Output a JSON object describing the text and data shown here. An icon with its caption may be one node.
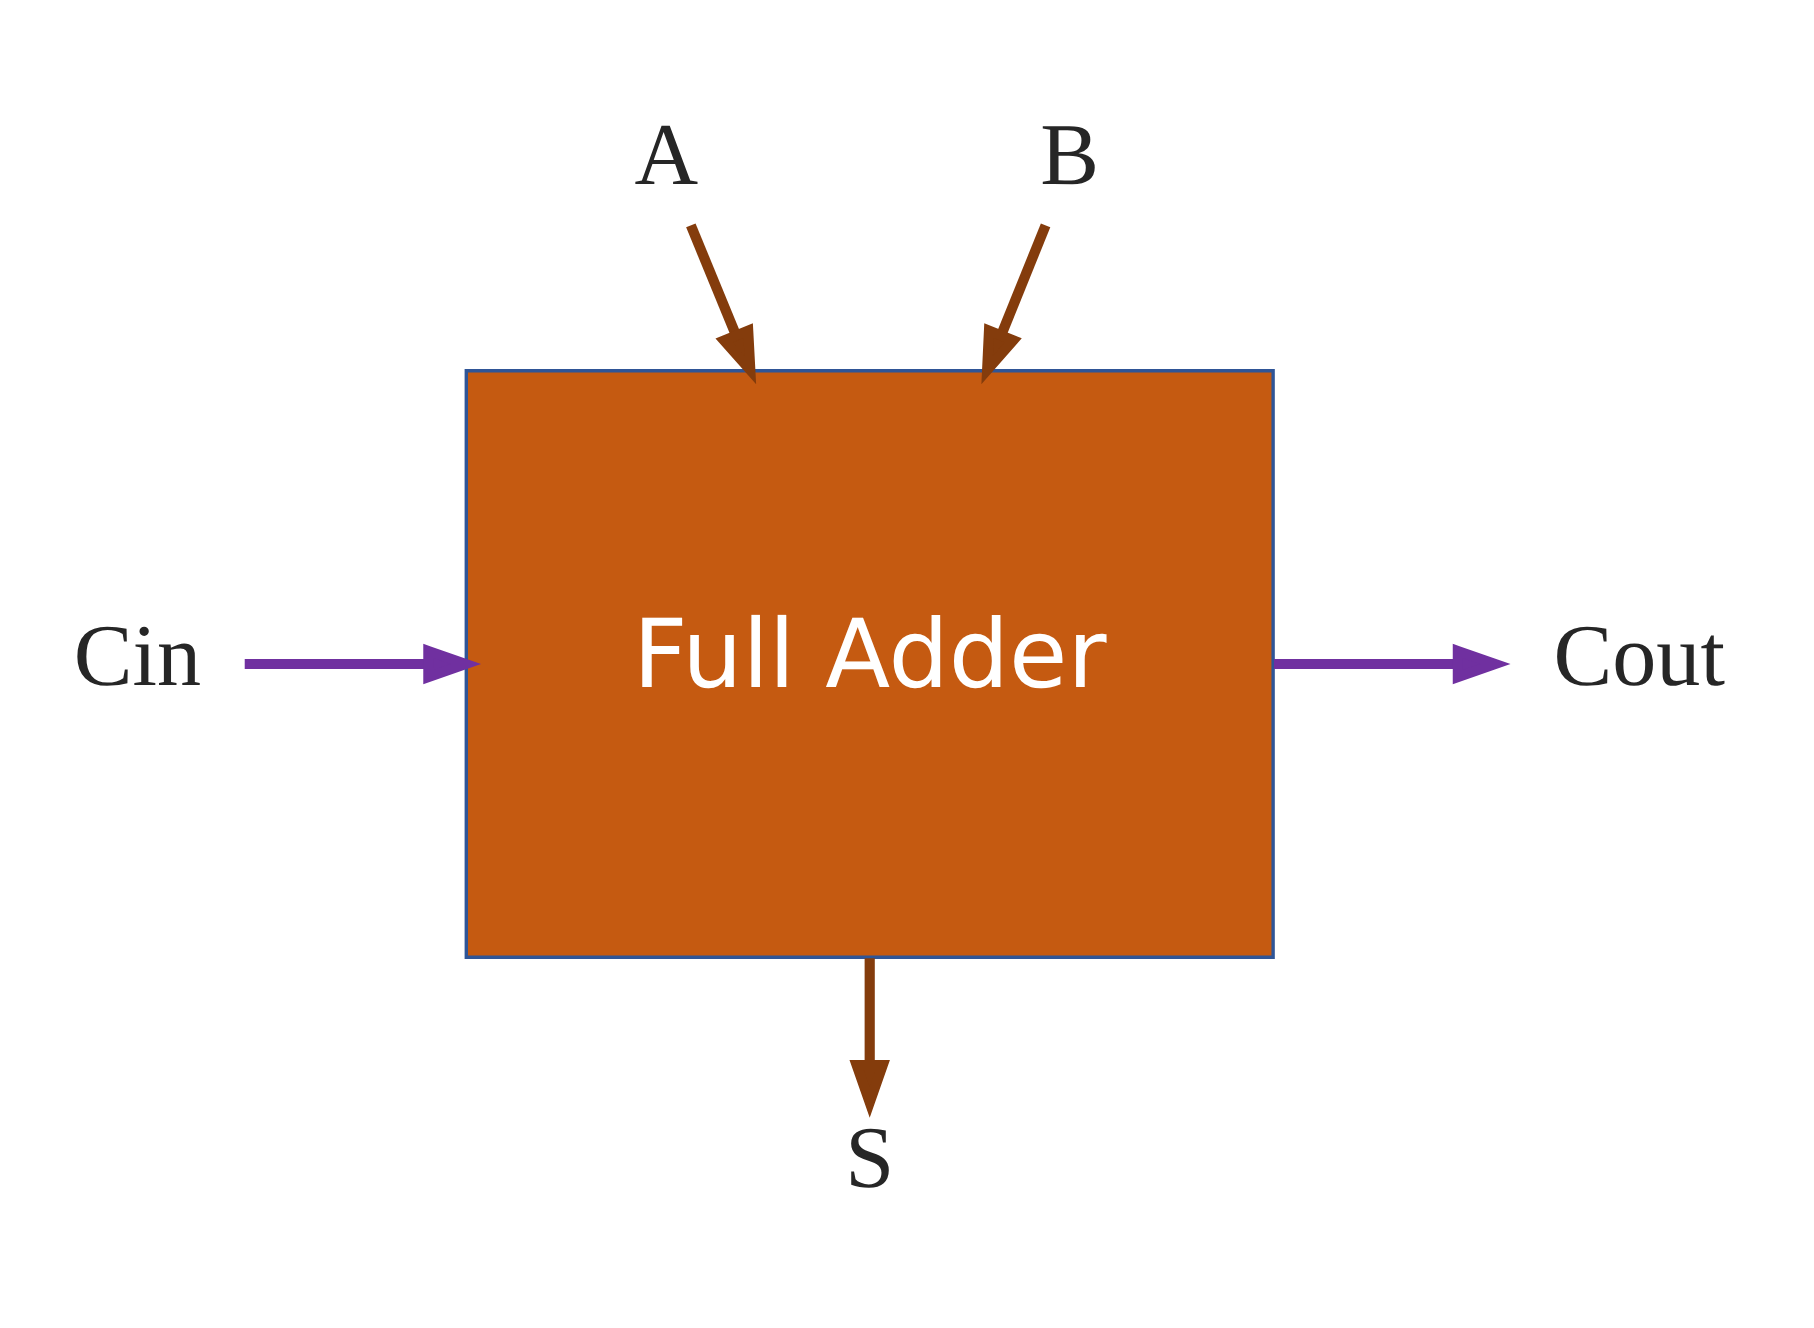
{
  "diagram": {
    "nodes": [
      {
        "text": [
          "A"
        ]
      },
      {
        "text": [
          "B"
        ]
      },
      {
        "text": [
          "Cin"
        ]
      },
      {
        "text": [
          "Full Adder"
        ]
      },
      {
        "text": [
          "Cout"
        ]
      },
      {
        "text": [
          "S"
        ]
      }
    ],
    "edges": [
      {
        "from": 0,
        "to": 3,
        "arrow": "to"
      },
      {
        "from": 1,
        "to": 3,
        "arrow": "to"
      },
      {
        "from": 2,
        "to": 3,
        "arrow": "to",
        "color": "#7030a0"
      },
      {
        "from": 3,
        "to": 4,
        "arrow": "to",
        "color": "#7030a0"
      },
      {
        "from": 3,
        "to": 5,
        "arrow": "to"
      }
    ]
  }
}
